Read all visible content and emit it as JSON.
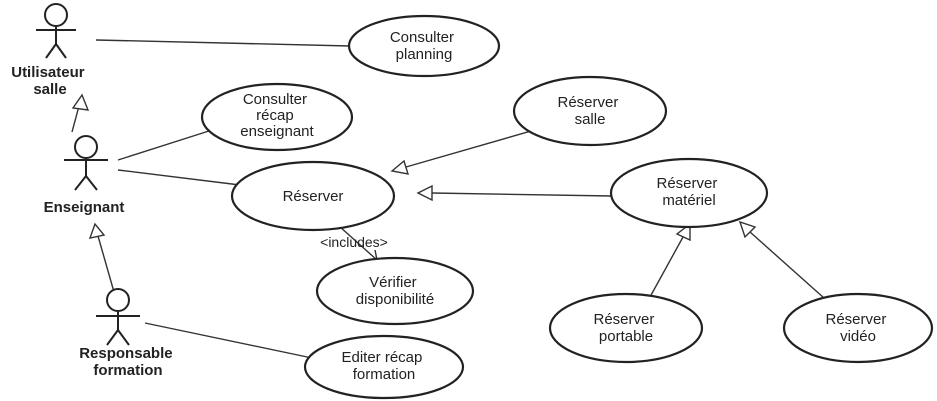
{
  "actors": {
    "utilisateur": [
      "Utilisateur",
      "salle"
    ],
    "enseignant": [
      "Enseignant"
    ],
    "responsable": [
      "Responsable",
      "formation"
    ]
  },
  "use_cases": {
    "consulter_planning": [
      "Consulter",
      "planning"
    ],
    "consulter_recap": [
      "Consulter",
      "récap",
      "enseignant"
    ],
    "reserver_salle": [
      "Réserver",
      "salle"
    ],
    "reserver": [
      "Réserver"
    ],
    "reserver_materiel": [
      "Réserver",
      "matériel"
    ],
    "verifier": [
      "Vérifier",
      "disponibilité"
    ],
    "reserver_portable": [
      "Réserver",
      "portable"
    ],
    "reserver_video": [
      "Réserver",
      "vidéo"
    ],
    "editer_recap": [
      "Editer récap",
      "formation"
    ]
  },
  "relationship_labels": {
    "includes": "<includes>"
  }
}
